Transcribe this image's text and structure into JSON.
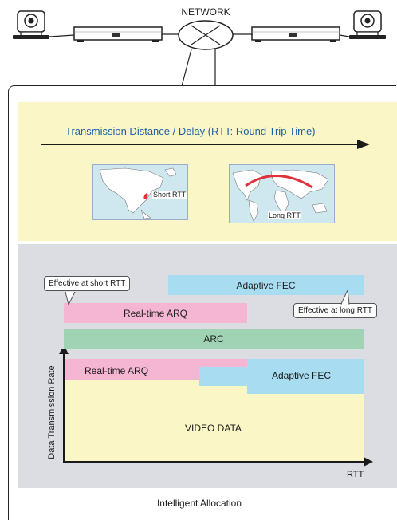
{
  "network": {
    "label": "NETWORK"
  },
  "colors": {
    "yellow_panel": "#fbf6c6",
    "gray_panel": "#dcdde3",
    "pink": "#f4b6d2",
    "blue": "#a8dcf1",
    "green": "#9fd3b3",
    "title_blue": "#1e5fa8"
  },
  "top_panel": {
    "title": "Transmission Distance / Delay (RTT: Round Trip Time)",
    "map_short_label": "Short RTT",
    "map_long_label": "Long RTT"
  },
  "allocation": {
    "callout_short": "Effective at short RTT",
    "callout_long": "Effective at long RTT",
    "adaptive_fec_bar": "Adaptive FEC",
    "realtime_arq_bar": "Real-time ARQ",
    "arc_bar": "ARC"
  },
  "graph": {
    "ylabel": "Data Transmission Rate",
    "xlabel": "RTT",
    "realtime_arq": "Real-time ARQ",
    "adaptive_fec": "Adaptive FEC",
    "video_data": "VIDEO DATA"
  },
  "caption": "Intelligent Allocation"
}
